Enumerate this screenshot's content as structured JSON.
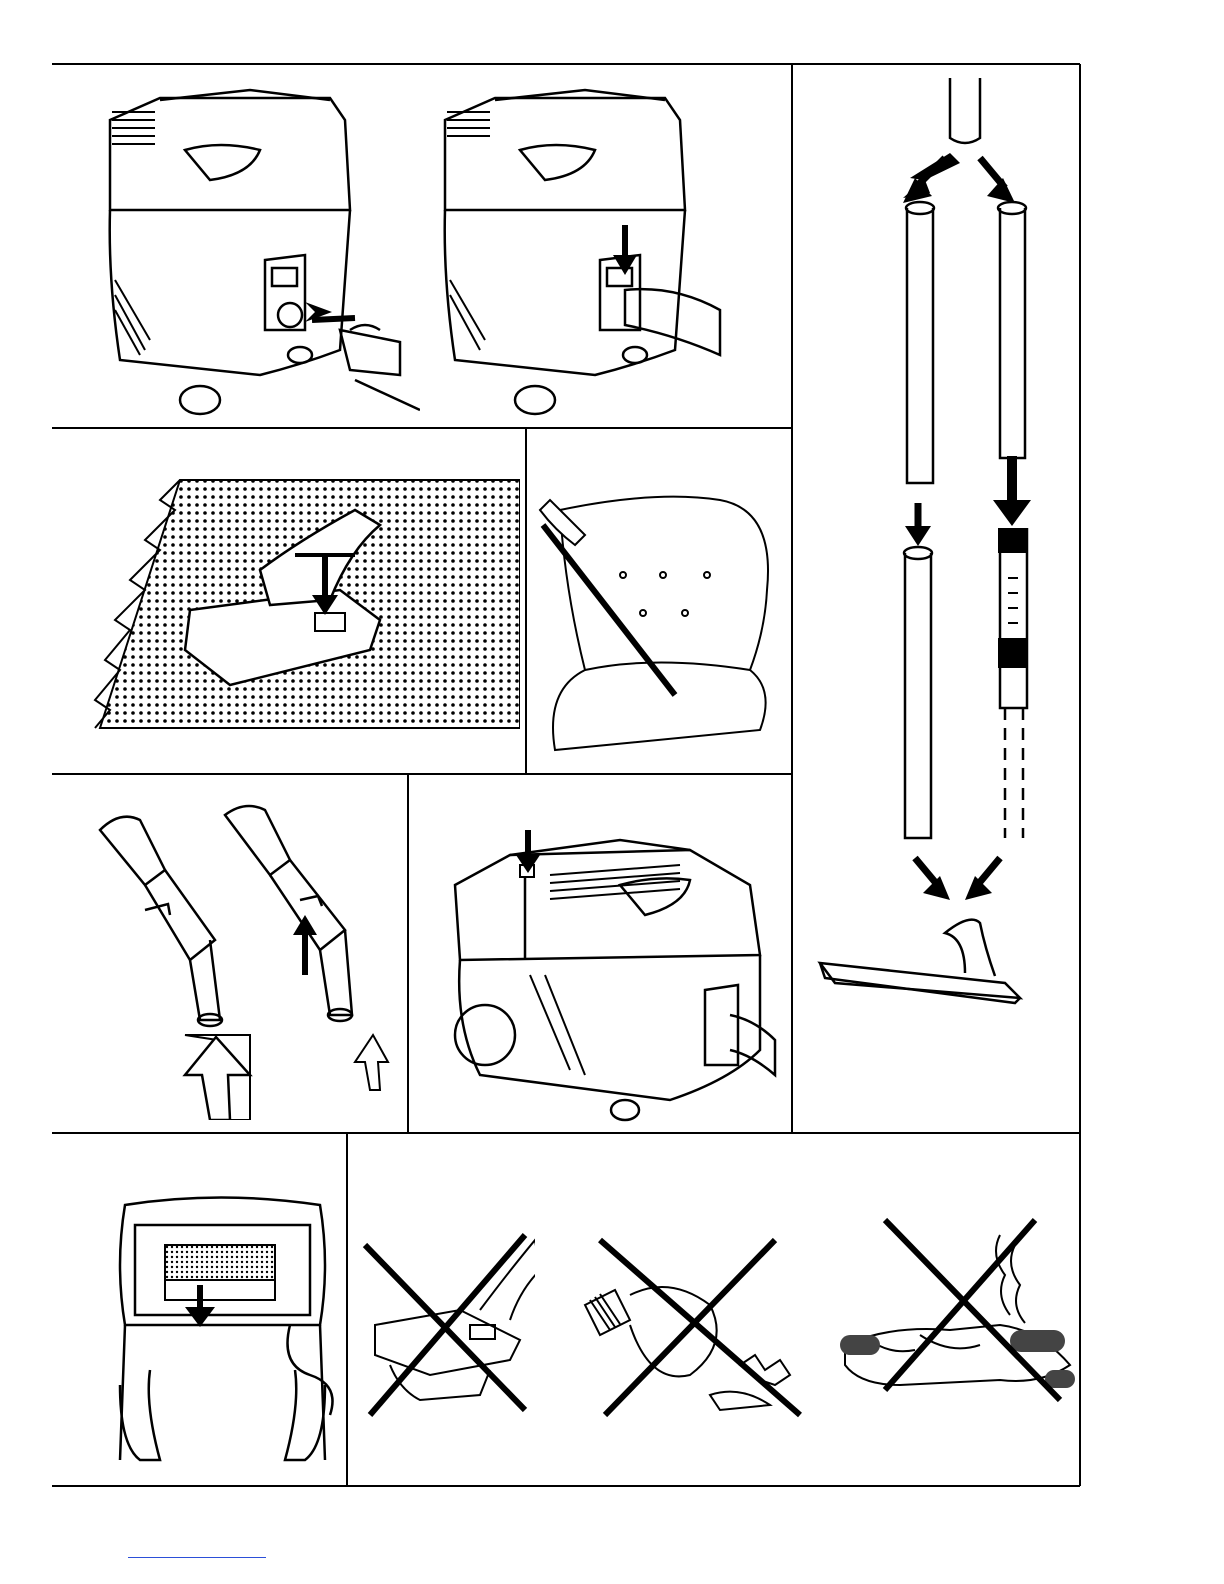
{
  "document": {
    "type": "illustrated instruction sheet",
    "text": []
  },
  "colors": {
    "ink": "#000000",
    "paper": "#ffffff",
    "footer_rule": "#2b4fd8"
  },
  "panels": [
    {
      "name": "hose-connect-insert",
      "icon": "vacuum-hose-insert-icon"
    },
    {
      "name": "hose-connect-latched",
      "icon": "vacuum-hose-latched-icon"
    },
    {
      "name": "floor-nozzle-carpet",
      "icon": "floor-nozzle-carpet-icon"
    },
    {
      "name": "upholstery-cleaning",
      "icon": "upholstery-cleaning-icon"
    },
    {
      "name": "handle-airflow-control",
      "icon": "handle-airflow-icon"
    },
    {
      "name": "power-switch",
      "icon": "power-button-icon"
    },
    {
      "name": "tube-assembly",
      "icon": "telescopic-tube-icon"
    },
    {
      "name": "filter-removal",
      "icon": "filter-removal-icon"
    },
    {
      "name": "do-not-vacuum-water",
      "icon": "prohibited-liquid-icon"
    },
    {
      "name": "do-not-vacuum-glass",
      "icon": "prohibited-glass-icon"
    },
    {
      "name": "do-not-vacuum-hot-ash",
      "icon": "prohibited-hot-ash-icon"
    }
  ]
}
